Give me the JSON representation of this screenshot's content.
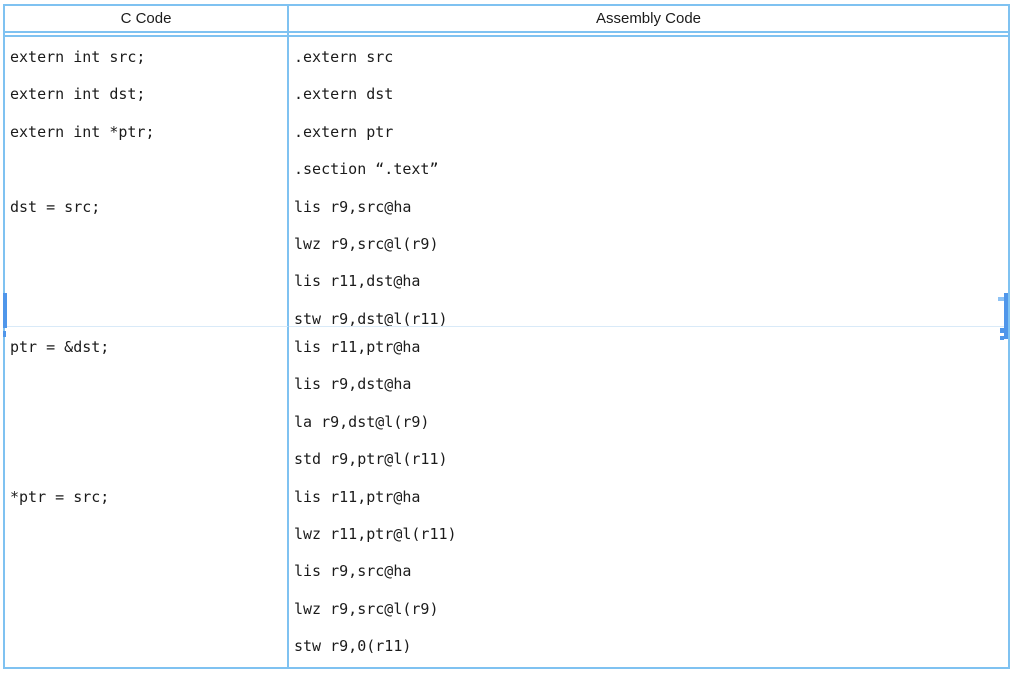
{
  "table": {
    "headers": {
      "c_code": "C Code",
      "assembly": "Assembly Code"
    },
    "rows": [
      {
        "c_lines": [
          "extern int src;",
          "extern int dst;",
          "extern int *ptr;",
          "",
          "dst = src;",
          "",
          "",
          ""
        ],
        "asm_lines": [
          ".extern src",
          ".extern dst",
          ".extern ptr",
          ".section “.text”",
          "lis r9,src@ha",
          "lwz r9,src@l(r9)",
          "lis r11,dst@ha",
          "stw r9,dst@l(r11)"
        ]
      },
      {
        "c_lines": [
          "ptr = &dst;",
          "",
          "",
          "",
          "*ptr = src;",
          "",
          "",
          "",
          ""
        ],
        "asm_lines": [
          "lis r11,ptr@ha",
          "lis r9,dst@ha",
          "la r9,dst@l(r9)",
          "std r9,ptr@l(r11)",
          "lis r11,ptr@ha",
          "lwz r11,ptr@l(r11)",
          "lis r9,src@ha",
          "lwz r9,src@l(r9)",
          "stw r9,0(r11)"
        ]
      }
    ]
  },
  "colors": {
    "table_border": "#7fc2f1",
    "row_border": "#d9eaf8",
    "split_marker": "#4f96ea",
    "split_marker_light": "#8fc3f5",
    "text": "#1b1b1b"
  }
}
